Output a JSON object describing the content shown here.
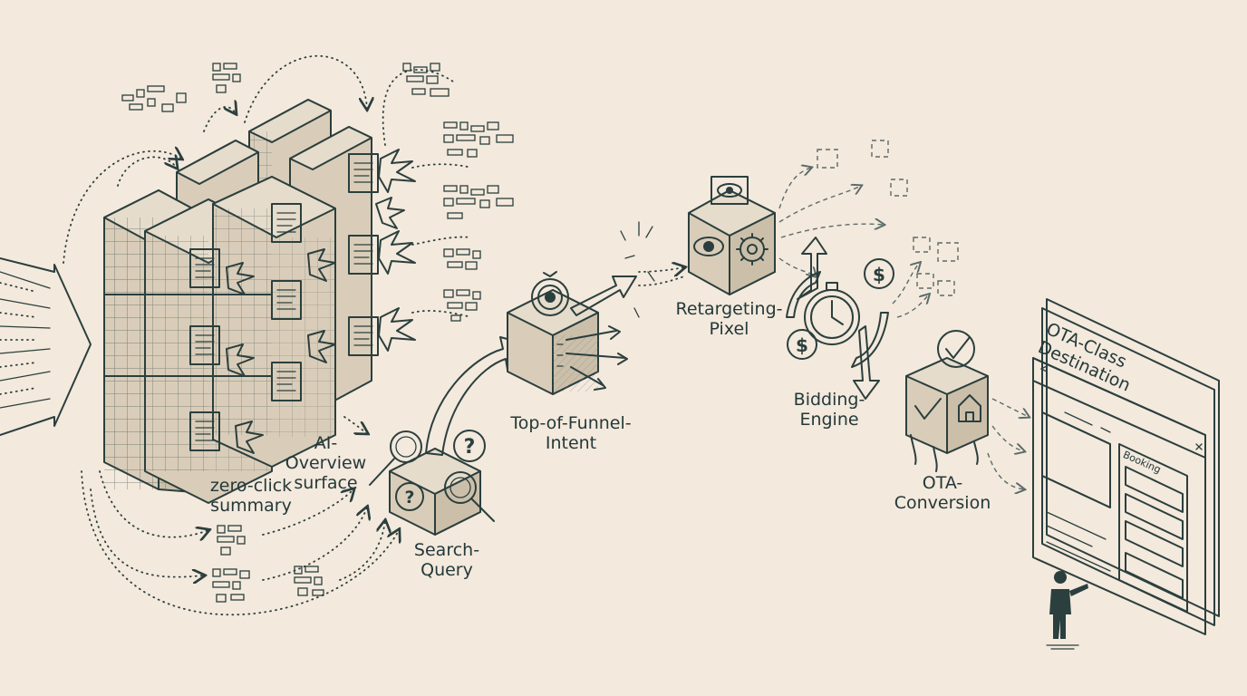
{
  "labels": {
    "ai_overview": "AI-Overview\nsurface",
    "zero_click": "zero-click\nsummary",
    "search_query": "Search-\nQuery",
    "top_of_funnel": "Top-of-Funnel-\nIntent",
    "retargeting": "Retargeting-\nPixel",
    "bidding": "Bidding-\nEngine",
    "ota_conversion": "OTA-\nConversion",
    "ota_destination": "OTA-Class Destination",
    "booking": "Booking"
  },
  "colors": {
    "ink": "#2b3f3e",
    "paper": "#f3e9dc",
    "shade": "#d9cdb9"
  },
  "icons": [
    "target-icon",
    "eye-icon",
    "gear-icon",
    "magnifier-icon",
    "question-icon",
    "clock-icon",
    "dollar-icon",
    "checkmark-icon",
    "house-icon",
    "person-icon"
  ]
}
